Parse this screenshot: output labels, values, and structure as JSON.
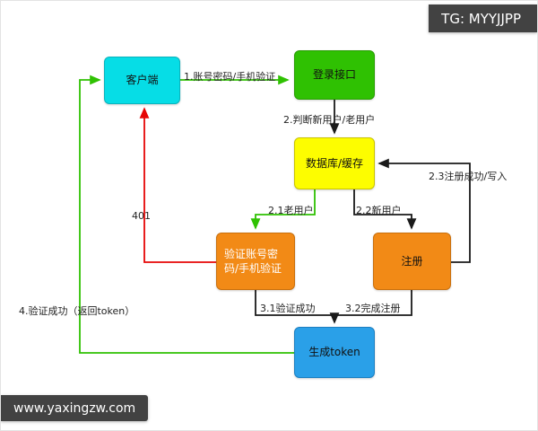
{
  "badges": {
    "tg": "TG: MYYJJPP",
    "site": "www.yaxingzw.com"
  },
  "nodes": {
    "client": {
      "label": "客户端",
      "color": "#06dde6"
    },
    "login": {
      "label": "登录接口",
      "color": "#2fc102"
    },
    "database": {
      "label": "数据库/缓存",
      "color": "#fdfd00"
    },
    "verify": {
      "label": "验证账号密码/手机验证",
      "color": "#f28a16"
    },
    "register": {
      "label": "注册",
      "color": "#f28a16"
    },
    "token": {
      "label": "生成token",
      "color": "#2aa0e8"
    }
  },
  "edges": {
    "e1": {
      "label": "1.账号密码/手机验证",
      "color": "#2fc102"
    },
    "e2": {
      "label": "2.判断新用户/老用户",
      "color": "#1a1a1a"
    },
    "e21": {
      "label": "2.1老用户",
      "color": "#2fc102"
    },
    "e22": {
      "label": "2.2新用户",
      "color": "#1a1a1a"
    },
    "e23": {
      "label": "2.3注册成功/写入",
      "color": "#1a1a1a"
    },
    "e401": {
      "label": "401",
      "color": "#e60505"
    },
    "e31": {
      "label": "3.1验证成功",
      "color": "#1a1a1a"
    },
    "e32": {
      "label": "3.2完成注册",
      "color": "#1a1a1a"
    },
    "e4": {
      "label": "4.验证成功（返回token）",
      "color": "#2fc102"
    }
  }
}
